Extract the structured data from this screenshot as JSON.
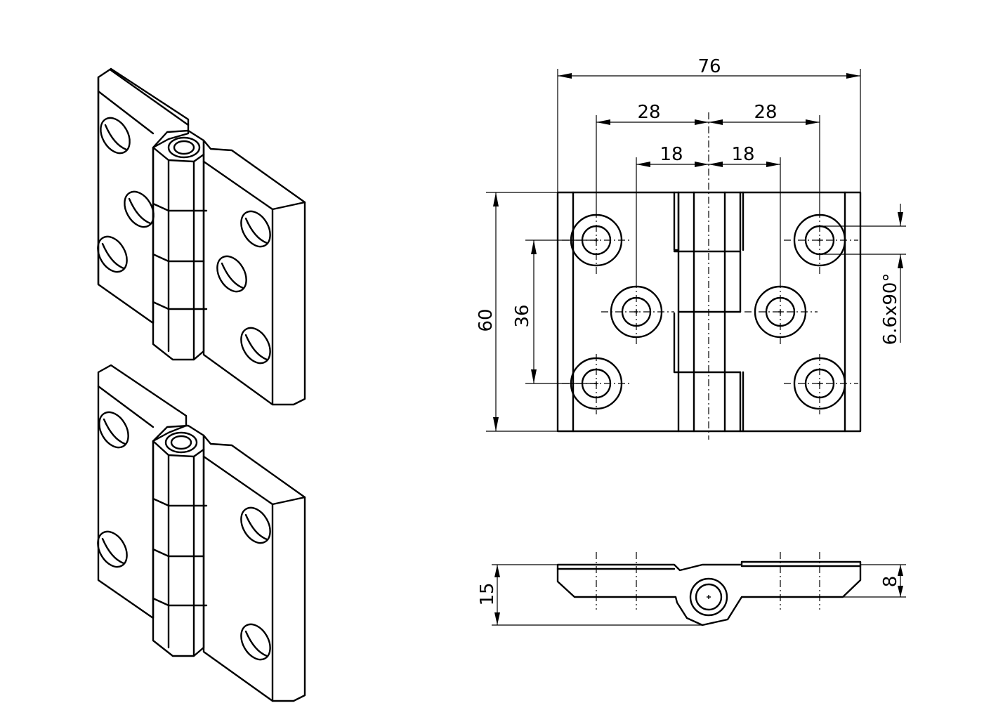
{
  "dimensions": {
    "overall_width": "76",
    "outer_hole_spacing_left": "28",
    "outer_hole_spacing_right": "28",
    "inner_hole_spacing_left": "18",
    "inner_hole_spacing_right": "18",
    "overall_height": "60",
    "hole_row_spacing": "36",
    "countersink_spec": "6.6x90°",
    "overall_thickness": "15",
    "leaf_thickness": "8"
  }
}
